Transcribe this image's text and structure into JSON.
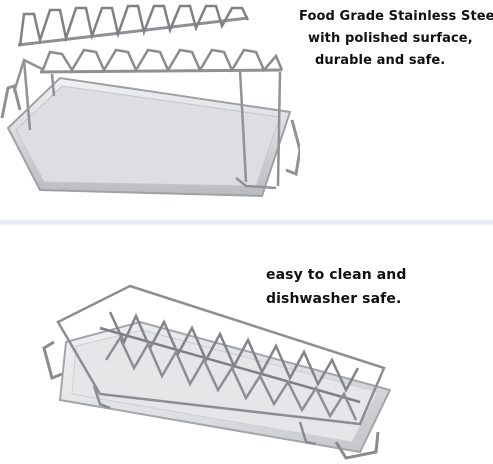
{
  "top_section": {
    "caption_lines": [
      "Food Grade Stainless Steel",
      "with polished surface,",
      "durable and safe."
    ],
    "image": "stainless-steel-wing-rack-with-tray"
  },
  "bottom_section": {
    "caption_lines": [
      "easy to clean and",
      "dishwasher safe."
    ],
    "image": "wing-rack-on-drip-tray-top-view"
  },
  "colors": {
    "background": "#ffffff",
    "steel_light": "#e3e4e6",
    "steel_dark": "#9a9ca0",
    "divider": "#dde3f2",
    "text": "#111111"
  }
}
